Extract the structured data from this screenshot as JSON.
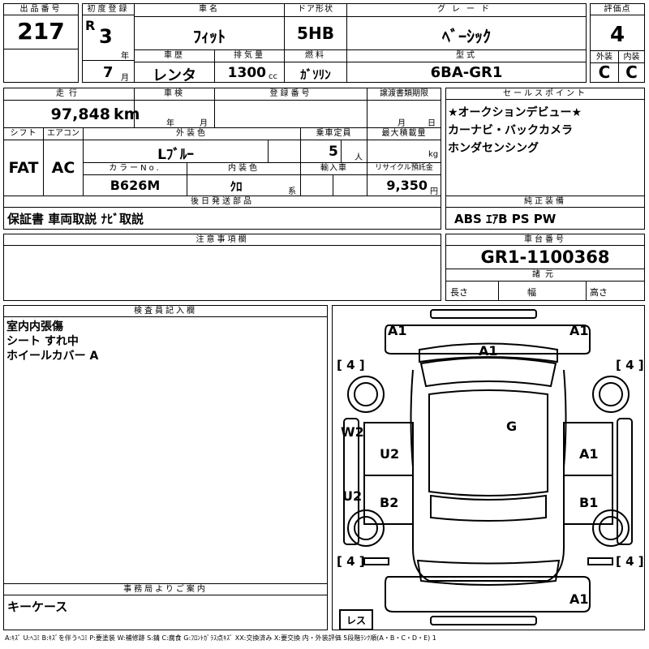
{
  "header": {
    "lot_label": "出品番号",
    "lot_value": "217",
    "first_reg_label": "初度登録",
    "era": "R",
    "year": "3",
    "year_unit": "年",
    "month": "7",
    "month_unit": "月",
    "car_name_label": "車名",
    "car_name": "ﾌｨｯﾄ",
    "door_label": "ドア形状",
    "door": "5HB",
    "grade_label": "グレード",
    "grade": "ﾍﾞｰｼｯｸ",
    "score_label": "評価点",
    "score": "4",
    "history_label": "車歴",
    "history": "レンタ",
    "displacement_label": "排気量",
    "displacement": "1300",
    "displacement_unit": "cc",
    "fuel_label": "燃料",
    "fuel": "ｶﾞｿﾘﾝ",
    "model_label": "型式",
    "model": "6BA-GR1",
    "ext_label": "外装",
    "ext_grade": "C",
    "int_label": "内装",
    "int_grade": "C"
  },
  "row2": {
    "mileage_label": "走行",
    "mileage": "97,848",
    "mileage_unit": "km",
    "inspection_label": "車検",
    "inspection_year_unit": "年",
    "inspection_month_unit": "月",
    "reg_no_label": "登録番号",
    "transfer_label": "譲渡書類期限",
    "transfer_month_unit": "月",
    "transfer_day_unit": "日",
    "shift_label": "シフト",
    "shift": "FAT",
    "ac_label": "エアコン",
    "ac": "AC",
    "exterior_color_label": "外装色",
    "exterior_color": "Lﾌﾞﾙｰ",
    "capacity_label": "乗車定員",
    "capacity": "5",
    "capacity_unit": "人",
    "max_load_label": "最大積載量",
    "max_load_unit": "kg",
    "color_no_label": "カラーNo.",
    "color_no": "B626M",
    "interior_color_label": "内装色",
    "interior_color": "ｸﾛ",
    "interior_color_suffix": "系",
    "import_label": "輸入車",
    "recycle_label": "リサイクル預託金",
    "recycle": "9,350",
    "recycle_unit": "円",
    "later_parts_label": "後日発送部品",
    "later_parts": "保証書 車両取説 ﾅﾋﾞ取説"
  },
  "sales": {
    "label": "セールスポイント",
    "lines": [
      "★オークションデビュー★",
      "カーナビ・バックカメラ",
      "ホンダセンシング"
    ]
  },
  "equipment": {
    "label": "純正装備",
    "value": "ABS ｴｱB PS PW"
  },
  "notes": {
    "label": "注意事項欄"
  },
  "chassis": {
    "label": "車台番号",
    "value": "GR1-1100368",
    "spec_label": "諸元",
    "length_label": "長さ",
    "width_label": "幅",
    "height_label": "高さ"
  },
  "inspector": {
    "label": "検査員記入欄",
    "lines": [
      "室内内張傷",
      "シート すれ中",
      "ホイールカバー A"
    ]
  },
  "office": {
    "label": "事務局よりご案内",
    "value": "キーケース"
  },
  "diagram": {
    "marks": {
      "front_left": "A1",
      "front_right": "A1",
      "windshield": "A1",
      "roof": "G",
      "left_side": "W2",
      "left_sill": "U2",
      "left_front_door": "U2",
      "left_rear_door": "B2",
      "right_front_door": "A1",
      "right_rear_door": "B1",
      "rear": "A1",
      "fl_tire": "4",
      "fr_tire": "4",
      "rl_tire": "4",
      "rr_tire": "4",
      "spare": "レス"
    }
  },
  "legend": "A:ｷｽﾞ U:ﾍｺﾐ B:ｷｽﾞを伴うﾍｺﾐ P:要塗装 W:補修跡 S:錆 C:腐食 G:ﾌﾛﾝﾄｶﾞﾗｽ点ｷｽﾞ XX:交換済み X:要交換 内・外装評価 5段階ﾗﾝｸ順(A・B・C・D・E) 1"
}
